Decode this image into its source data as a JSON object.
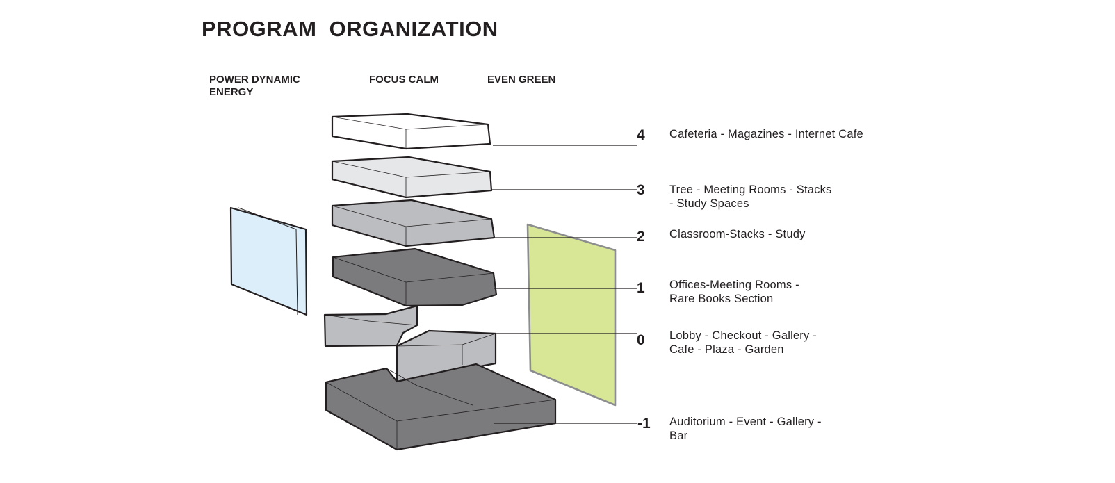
{
  "title": "PROGRAM  ORGANIZATION",
  "column_labels": {
    "power": "POWER DYNAMIC ENERGY",
    "focus": "FOCUS CALM",
    "even": "EVEN GREEN"
  },
  "levels": [
    {
      "number": "4",
      "description": "Cafeteria - Magazines - Internet Cafe"
    },
    {
      "number": "3",
      "description": "Tree - Meeting Rooms  - Stacks\n- Study Spaces"
    },
    {
      "number": "2",
      "description": "Classroom-Stacks - Study"
    },
    {
      "number": "1",
      "description": "Offices-Meeting Rooms -\nRare Books Section"
    },
    {
      "number": "0",
      "description": "Lobby - Checkout - Gallery -\nCafe - Plaza - Garden"
    },
    {
      "number": "-1",
      "description": "Auditorium - Event - Gallery -\nBar"
    }
  ],
  "colors": {
    "light_panel": "#dbeefa",
    "green_panel": "#d7e796",
    "white_slab": "#ffffff",
    "light_gray_slab": "#e6e7e9",
    "mid_gray_slab": "#bcbdc0",
    "dark_gray_slab": "#7b7b7d",
    "outline": "#231f20"
  }
}
